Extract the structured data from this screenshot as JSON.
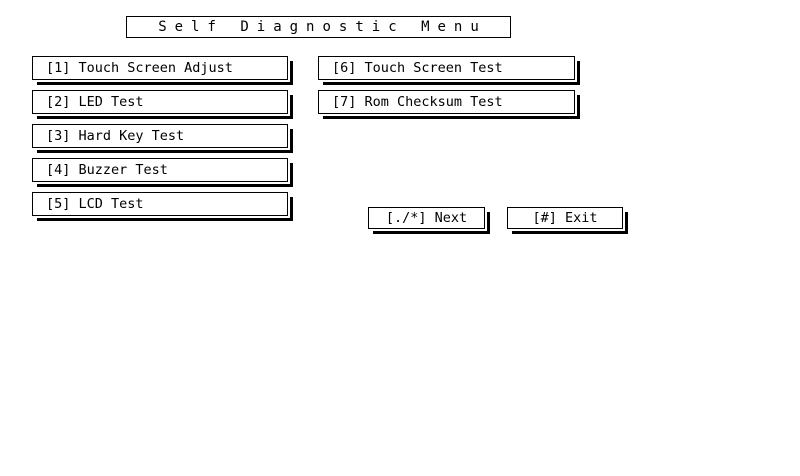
{
  "colors": {
    "background": "#ffffff",
    "foreground": "#000000"
  },
  "title": "Self Diagnostic Menu",
  "menu": {
    "left_column": [
      {
        "text": "[1] Touch Screen Adjust"
      },
      {
        "text": "[2] LED Test"
      },
      {
        "text": "[3] Hard Key Test"
      },
      {
        "text": "[4] Buzzer Test"
      },
      {
        "text": "[5] LCD Test"
      }
    ],
    "right_column": [
      {
        "text": "[6] Touch Screen Test"
      },
      {
        "text": "[7] Rom Checksum Test"
      }
    ]
  },
  "footer": {
    "next_label": "[./*] Next",
    "exit_label": "[#] Exit"
  }
}
